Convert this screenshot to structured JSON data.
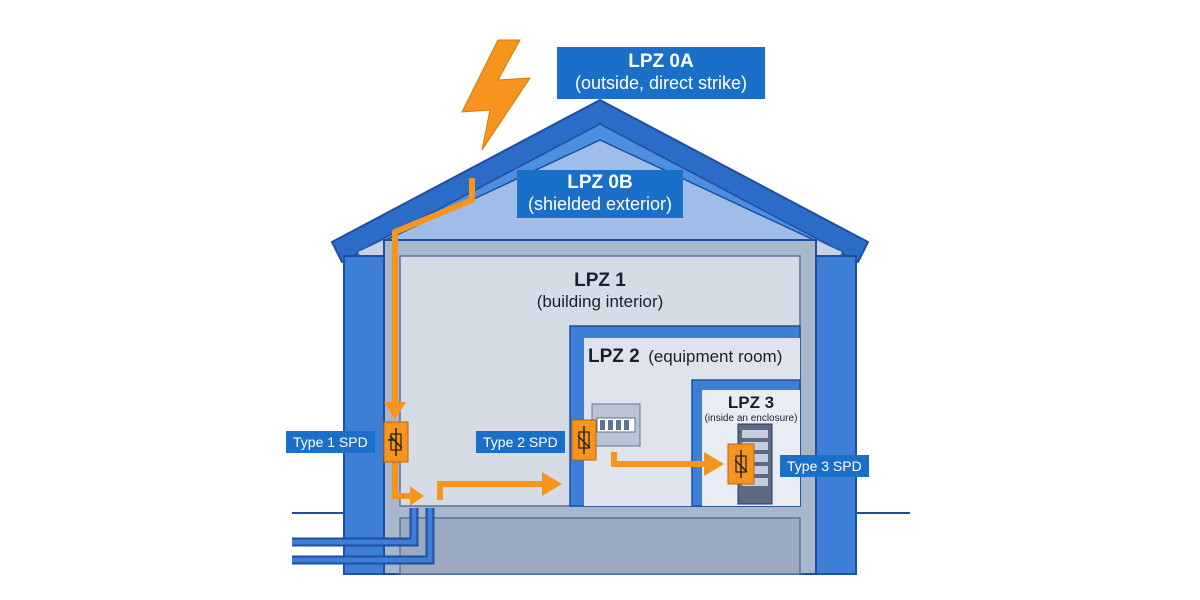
{
  "zones": {
    "lpz0a": {
      "name": "LPZ 0A",
      "desc": "(outside, direct strike)"
    },
    "lpz0b": {
      "name": "LPZ 0B",
      "desc": "(shielded exterior)"
    },
    "lpz1": {
      "name": "LPZ 1",
      "desc": "(building interior)"
    },
    "lpz2": {
      "name": "LPZ 2",
      "desc": "(equipment room)"
    },
    "lpz3": {
      "name": "LPZ 3",
      "desc": "(inside an enclosure)"
    }
  },
  "spd": {
    "type1": "Type 1 SPD",
    "type2": "Type 2 SPD",
    "type3": "Type 3 SPD"
  },
  "colors": {
    "roof_blue": "#2a6cc8",
    "wall_blue": "#3d7fd6",
    "interior": "#d6dce6",
    "arrow_orange": "#f7941d",
    "label_bg": "#1a6fc9"
  }
}
